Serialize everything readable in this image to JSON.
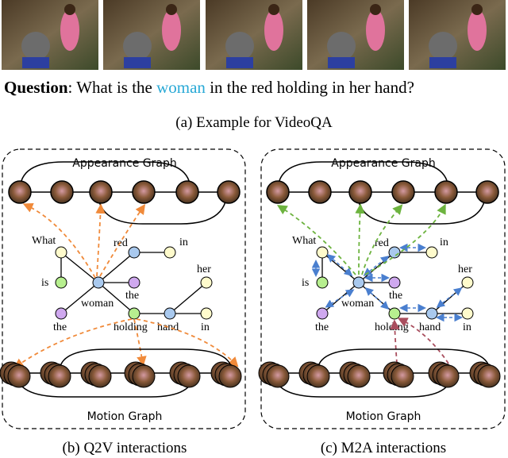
{
  "header": {
    "question_label": "Question",
    "question_prefix": ": What is the ",
    "question_highlight": "woman",
    "question_suffix": " in the red holding in her hand?",
    "caption_a": "(a) Example for VideoQA"
  },
  "panels": [
    {
      "appearance_title": "Appearance Graph",
      "motion_title": "Motion Graph",
      "caption": "(b) Q2V interactions",
      "words": {
        "what": "What",
        "is": "is",
        "woman": "woman",
        "red": "red",
        "in1": "in",
        "the1": "the",
        "her": "her",
        "the2": "the",
        "holding": "holding",
        "hand": "hand",
        "in2": "in"
      }
    },
    {
      "appearance_title": "Appearance Graph",
      "motion_title": "Motion Graph",
      "caption": "(c) M2A interactions",
      "words": {
        "what": "What",
        "is": "is",
        "woman": "woman",
        "red": "red",
        "in1": "in",
        "the1": "the",
        "her": "her",
        "the2": "the",
        "holding": "holding",
        "hand": "hand",
        "in2": "in"
      }
    }
  ],
  "colors": {
    "highlight": "#29a9d6",
    "q2v_arrow": "#f08a3a",
    "m2a_arrow": "#a94e5e",
    "a2q_arrow": "#6db33f",
    "word_arrow": "#4a7fcf",
    "node_yellow": "#fffbcc",
    "node_green": "#b7ef8f",
    "node_blue": "#a9c9ee",
    "node_purple": "#cfa8ef"
  }
}
